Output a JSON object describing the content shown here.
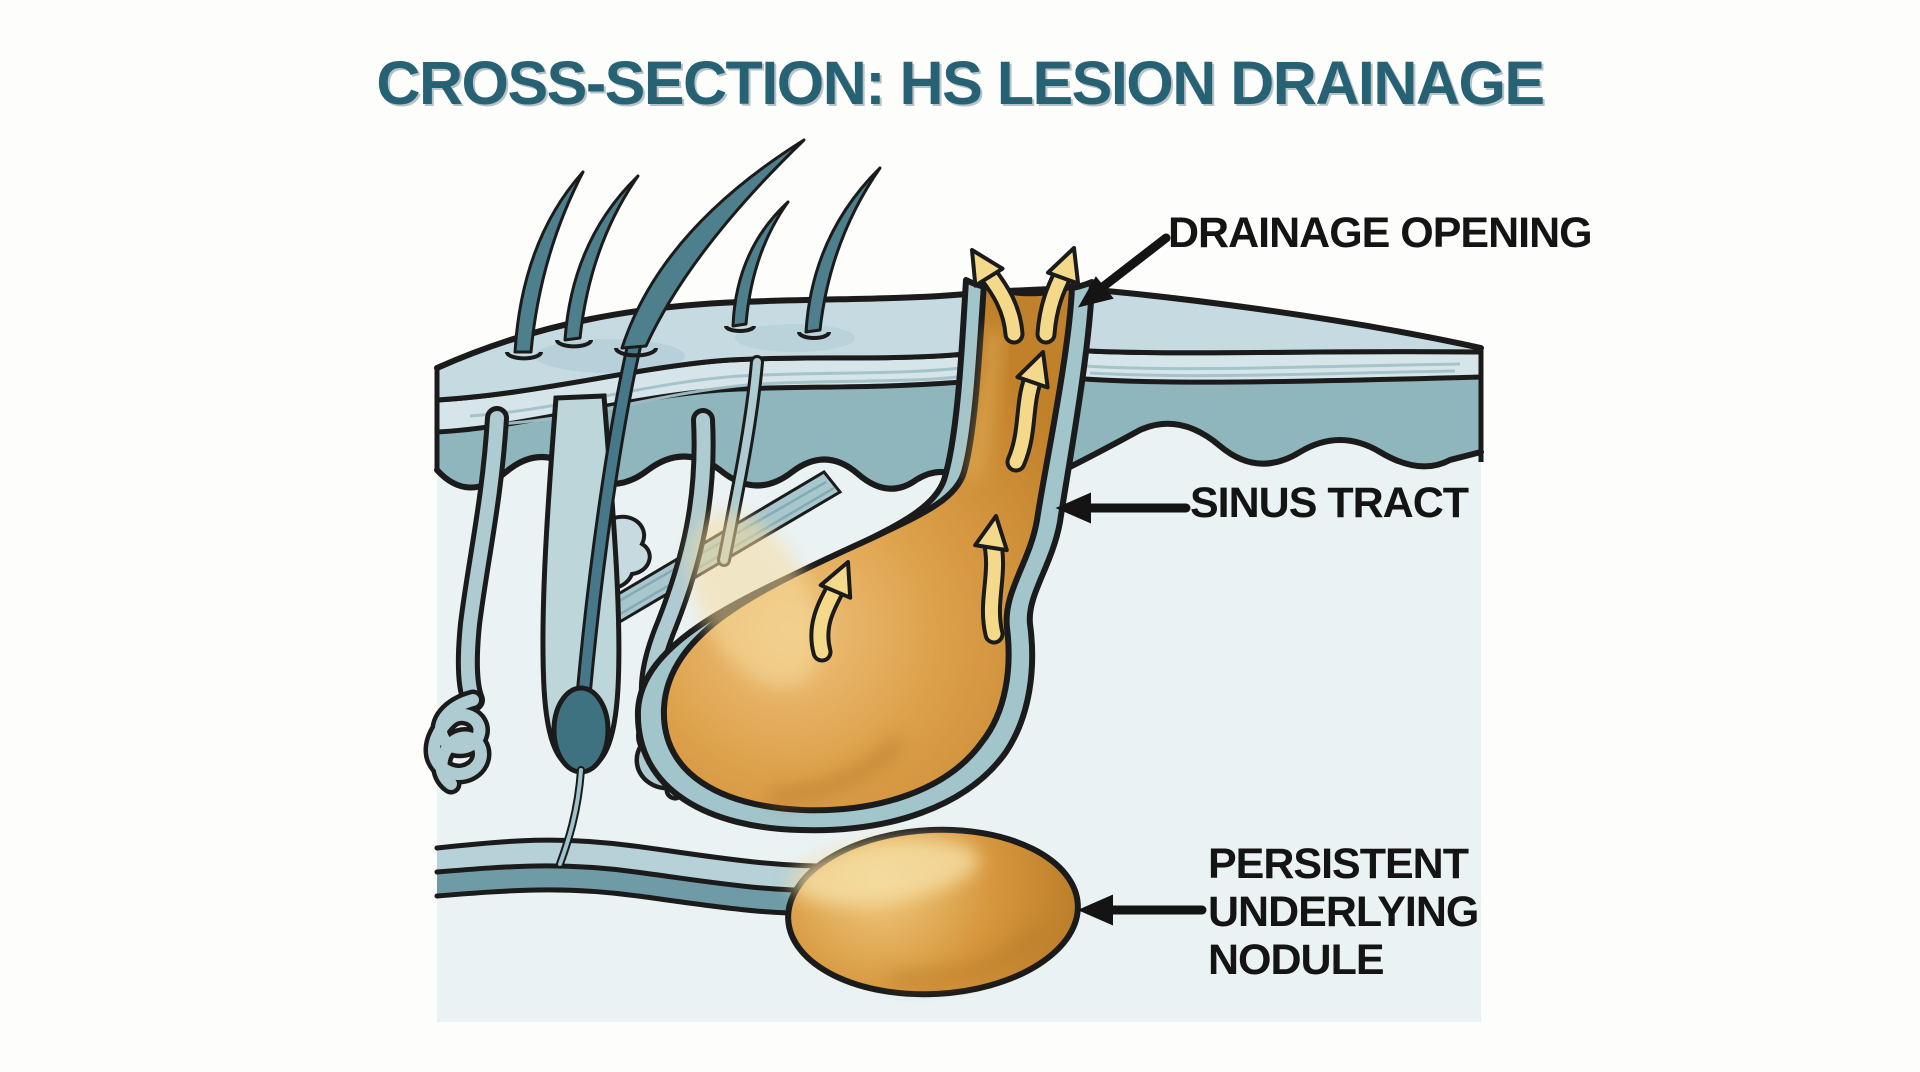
{
  "title": {
    "text": "CROSS-SECTION: HS LESION DRAINAGE",
    "color": "#266174"
  },
  "labels": {
    "drainage_opening": "DRAINAGE OPENING",
    "sinus_tract": "SINUS TRACT",
    "nodule_lines": [
      "PERSISTENT",
      "UNDERLYING",
      "NODULE"
    ],
    "text_color": "#141414"
  },
  "palette": {
    "background": "#fdfdfc",
    "title_teal": "#266174",
    "skin_surface": "#c6dbe1",
    "epidermis_band": "#d6e5e9",
    "dermis_band": "#8fb6bd",
    "subcutis": "#eaf2f4",
    "follicle_blue": "#aecbd1",
    "hair_teal": "#4e7f8d",
    "lesion_orange": "#d3953d",
    "lesion_deep_orange": "#c1812a",
    "cavity_rim_blue": "#a2c5cc",
    "flow_arrow_yellow": "#f5d98b",
    "annotation_black": "#141414",
    "outline_ink": "#1b1b1b"
  }
}
